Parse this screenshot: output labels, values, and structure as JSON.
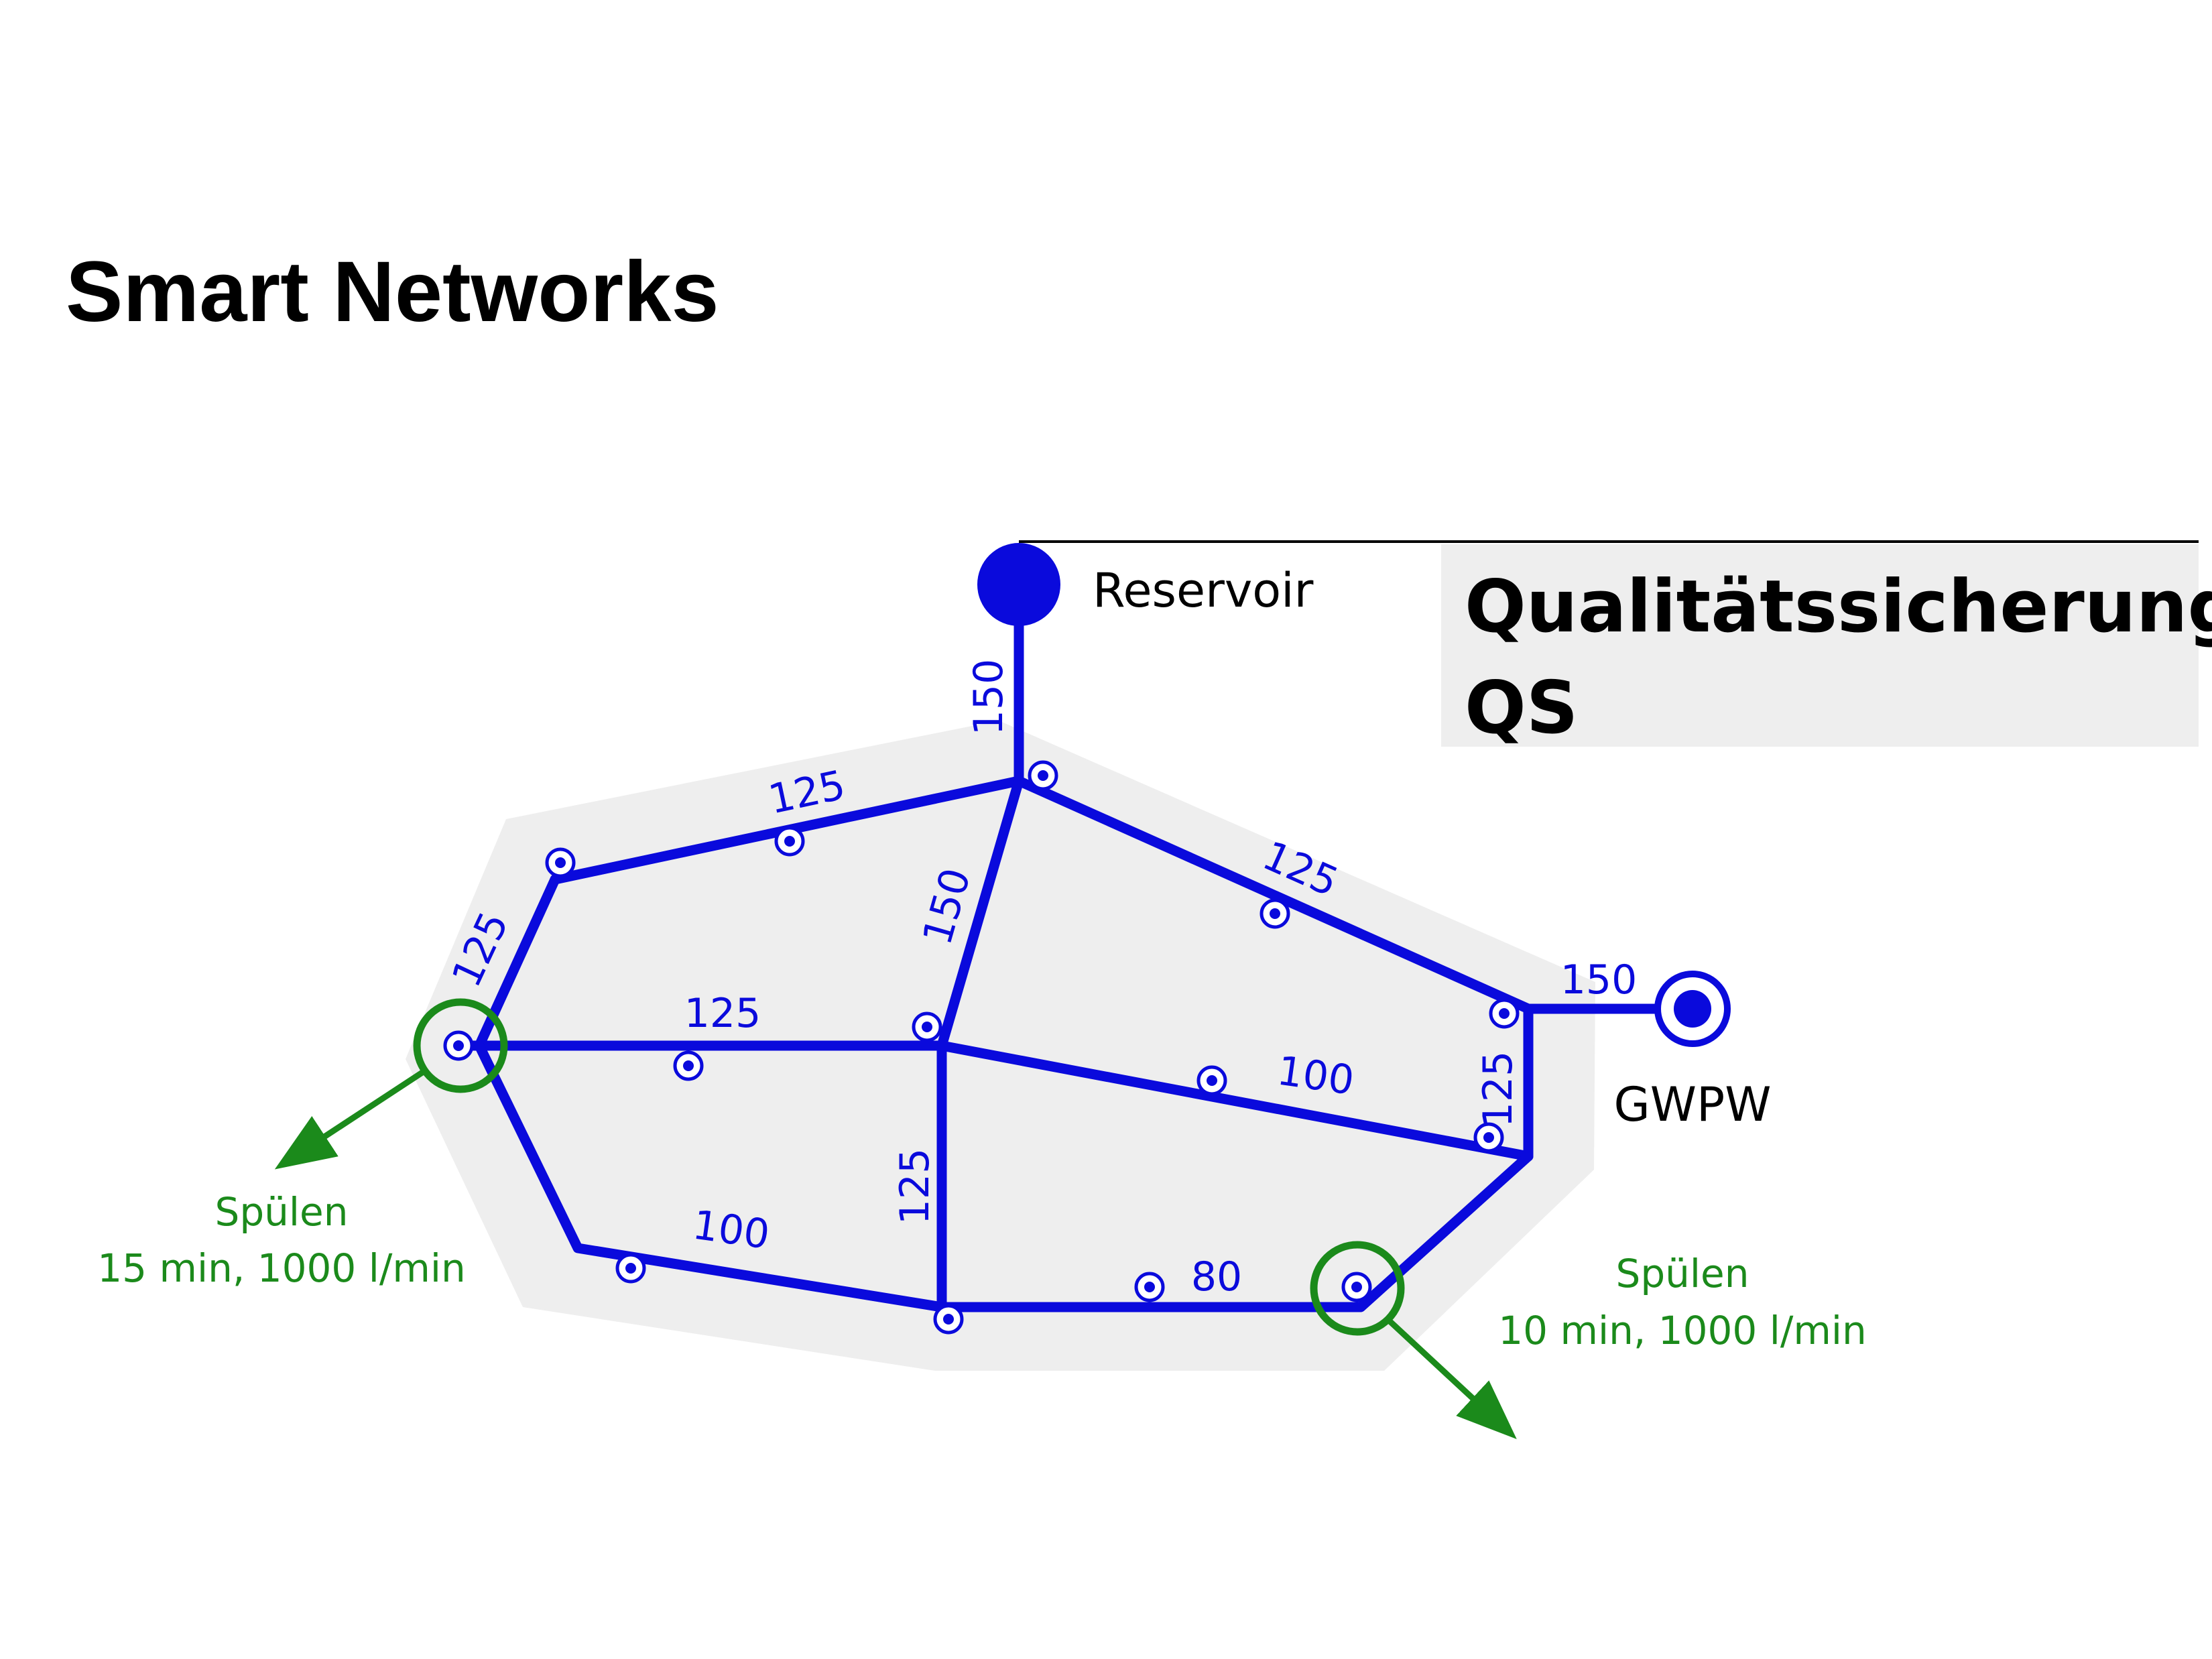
{
  "page": {
    "title": "Smart Networks"
  },
  "panel": {
    "title_line1": "Qualitätssicherung",
    "title_line2": "QS"
  },
  "nodes": {
    "reservoir": "Reservoir",
    "gwpw": "GWPW"
  },
  "pipes": {
    "reservoir_main": "150",
    "top_left": "125",
    "left_upper": "125",
    "center_diagonal": "150",
    "middle_horizontal": "125",
    "top_right_diagonal": "125",
    "gwpw_link": "150",
    "middle_right": "100",
    "right_vertical": "125",
    "center_vertical": "125",
    "bottom_left": "100",
    "bottom_right": "80"
  },
  "flushing": {
    "left": {
      "label": "Spülen",
      "detail": "15 min, 1000 l/min"
    },
    "right": {
      "label": "Spülen",
      "detail": "10 min, 1000 l/min"
    }
  },
  "colors": {
    "pipe": "#0a0adc",
    "flush": "#1b8a1b",
    "zone": "#eeeeee"
  }
}
